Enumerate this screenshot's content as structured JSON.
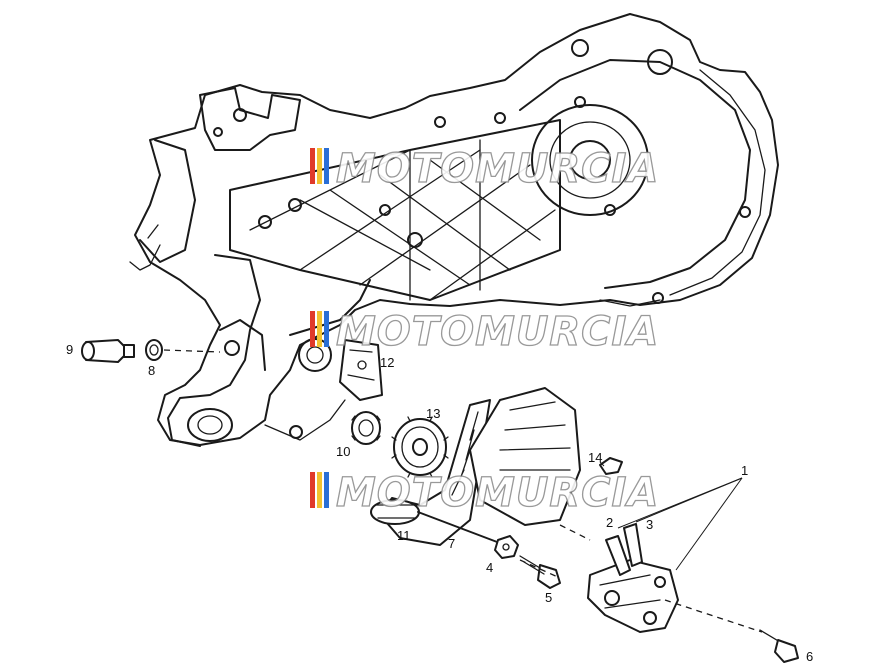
{
  "watermark": {
    "text": "MOTOMURCIA",
    "stripe_colors": [
      "#e03a2a",
      "#f2c230",
      "#2a6fd6"
    ]
  },
  "callouts": [
    {
      "id": "1",
      "label": "1"
    },
    {
      "id": "2",
      "label": "2"
    },
    {
      "id": "3",
      "label": "3"
    },
    {
      "id": "4",
      "label": "4"
    },
    {
      "id": "5",
      "label": "5"
    },
    {
      "id": "6",
      "label": "6"
    },
    {
      "id": "7",
      "label": "7"
    },
    {
      "id": "8",
      "label": "8"
    },
    {
      "id": "9",
      "label": "9"
    },
    {
      "id": "10",
      "label": "10"
    },
    {
      "id": "11",
      "label": "11"
    },
    {
      "id": "12",
      "label": "12"
    },
    {
      "id": "13",
      "label": "13"
    },
    {
      "id": "14",
      "label": "14"
    }
  ]
}
